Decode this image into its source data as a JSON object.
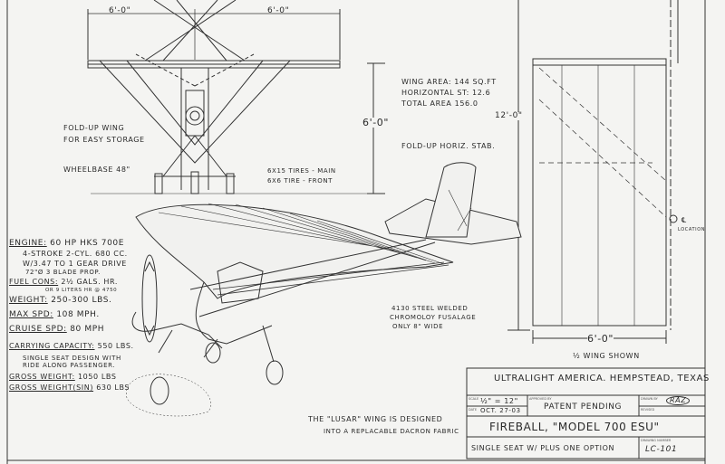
{
  "front_view": {
    "span_left": "6'-0\"",
    "span_right": "6'-0\"",
    "fold_note": [
      "FOLD-UP WING",
      "FOR EASY STORAGE"
    ],
    "wheelbase": "WHEELBASE 48\"",
    "tires": [
      "6X15 TIRES - MAIN",
      "6X6 TIRE - FRONT"
    ],
    "height": "6'-0\""
  },
  "areas": {
    "wing_area": "WING AREA: 144 SQ.FT",
    "horizontal_st": "HORIZONTAL ST: 12.6",
    "total_area": "TOTAL AREA 156.0"
  },
  "length_dim": "12'-0\"",
  "stab_note": "FOLD-UP HORIZ. STAB.",
  "specs": {
    "engine_label": "ENGINE:",
    "engine": "60 HP HKS 700E",
    "engine_lines": [
      "4-STROKE 2-CYL. 680 CC.",
      "W/3.47 TO 1 GEAR DRIVE",
      "72\"Ø 3 BLADE PROP."
    ],
    "fuel_label": "FUEL CONS:",
    "fuel": "2½ GALS. HR.",
    "fuel_sub": "OR 9 LITERS HR @ 4750",
    "weight_label": "WEIGHT:",
    "weight": "250-300 LBS.",
    "max_label": "MAX SPD:",
    "max": "108 MPH.",
    "cruise_label": "CRUISE SPD:",
    "cruise": "80 MPH",
    "capacity_label": "CARRYING CAPACITY:",
    "capacity": "550 LBS.",
    "design_lines": [
      "SINGLE SEAT DESIGN WITH",
      "RIDE ALONG PASSENGER."
    ],
    "gross_label": "GROSS WEIGHT:",
    "gross": "1050 LBS",
    "gross_sin_label": "GROSS WEIGHT(SIN)",
    "gross_sin": "630 LBS"
  },
  "fuselage_note": [
    "4130 STEEL WELDED",
    "CHROMOLOY FUSALAGE",
    "ONLY 8\" WIDE"
  ],
  "wing_note": [
    "THE \"LUSAR\" WING IS DESIGNED",
    "INTO A REPLACABLE DACRON FABRIC"
  ],
  "wing_view": {
    "width": "6'-0\"",
    "caption": "½ WING SHOWN",
    "cl_label": "℄",
    "location": "LOCATION"
  },
  "title_block": {
    "company": "ULTRALIGHT AMERICA. HEMPSTEAD, TEXAS",
    "scale_label": "SCALE",
    "scale": "½\" = 12\"",
    "date_label": "DATE",
    "date": "OCT. 27-03",
    "approved_label": "APPROVED BY",
    "approved": "PATENT PENDING",
    "drawn_label": "DRAWN BY",
    "drawn": "RAZ",
    "revised_label": "REVISED",
    "title": "FIREBALL, \"MODEL 700 ESU\"",
    "subtitle": "SINGLE SEAT W/ PLUS ONE OPTION",
    "drawing_number_label": "DRAWING NUMBER",
    "drawing_number": "LC-101"
  }
}
